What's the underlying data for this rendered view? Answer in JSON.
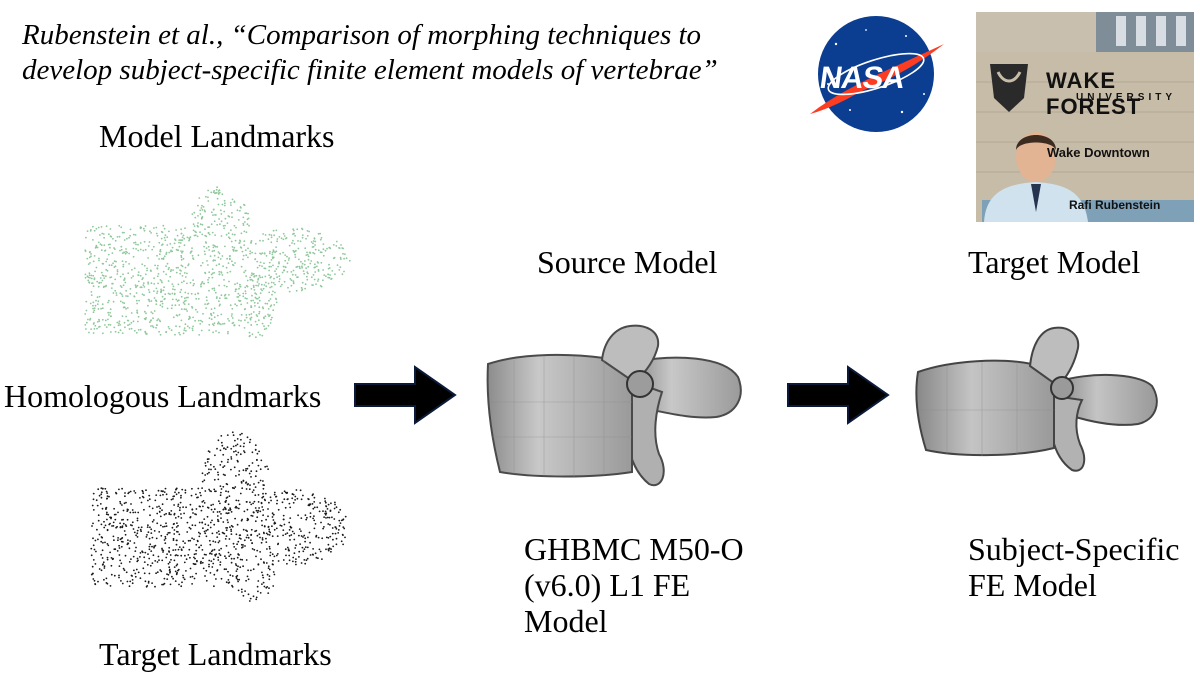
{
  "citation": {
    "line1": "Rubenstein et al., “Comparison of morphing techniques to",
    "line2": "develop subject-specific finite element models of vertebrae”"
  },
  "labels": {
    "model_landmarks": "Model Landmarks",
    "homologous_landmarks": "Homologous Landmarks",
    "target_landmarks": "Target Landmarks",
    "source_model": "Source Model",
    "target_model": "Target Model",
    "ghbmc_lines": [
      "GHBMC M50-O",
      "(v6.0) L1 FE",
      "Model"
    ],
    "subject_specific_lines": [
      "Subject-Specific",
      "FE Model"
    ]
  },
  "logo": {
    "text": "NASA"
  },
  "photo": {
    "university_line1": "WAKE FOREST",
    "university_line2": "UNIVERSITY",
    "building": "Wake Downtown",
    "person_name": "Rafi Rubenstein"
  },
  "colors": {
    "model_points": "#8fc89a",
    "target_points": "#1a1a1a",
    "mesh_fill": "#b8b8b8",
    "mesh_edge": "#555555",
    "arrow": "#000000",
    "nasa_blue": "#0b3d91",
    "nasa_red": "#fc3d21"
  }
}
